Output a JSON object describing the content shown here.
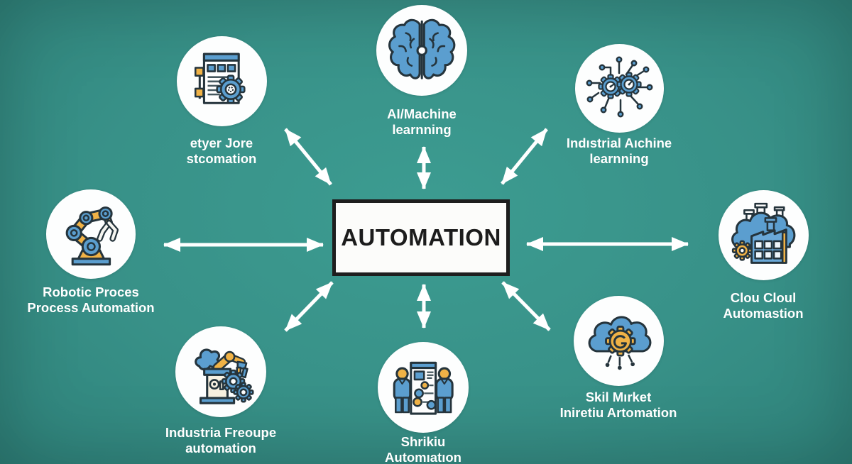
{
  "colors": {
    "background": "#389188",
    "node_circle": "#fdfefe",
    "icon_blue": "#5b9ecf",
    "icon_orange": "#f0b246",
    "icon_outline": "#25343c",
    "arrow": "#ffffff",
    "center_box_bg": "#fcfcfa",
    "center_box_border": "#1e1e1e",
    "center_text": "#1c1c1c",
    "label_text": "#ffffff"
  },
  "center": {
    "label": "AUTOMATION"
  },
  "nodes": [
    {
      "id": "top-left",
      "icon": "document-gear-icon",
      "lines": [
        "etyer Jore",
        "stcomation"
      ]
    },
    {
      "id": "top-center",
      "icon": "brain-icon",
      "lines": [
        "AI/Machine",
        "learnning"
      ]
    },
    {
      "id": "top-right",
      "icon": "circuit-gears-icon",
      "lines": [
        "Indıstrial Aıchine",
        "learnning"
      ]
    },
    {
      "id": "left",
      "icon": "robotic-arm-icon",
      "lines": [
        "Robotic Proces",
        "Process Automation"
      ]
    },
    {
      "id": "right",
      "icon": "cloud-factory-icon",
      "lines": [
        "Clou Cloul",
        "Automastion"
      ]
    },
    {
      "id": "bottom-left",
      "icon": "industrial-robot-icon",
      "lines": [
        "Industria Freoupe",
        "automation"
      ]
    },
    {
      "id": "bottom-center",
      "icon": "people-document-icon",
      "lines": [
        "Shrikiu",
        "Automıatıon"
      ]
    },
    {
      "id": "bottom-right",
      "icon": "cloud-gear-icon",
      "lines": [
        "Skil Mırket",
        "Iniretiu Artomation"
      ]
    }
  ]
}
